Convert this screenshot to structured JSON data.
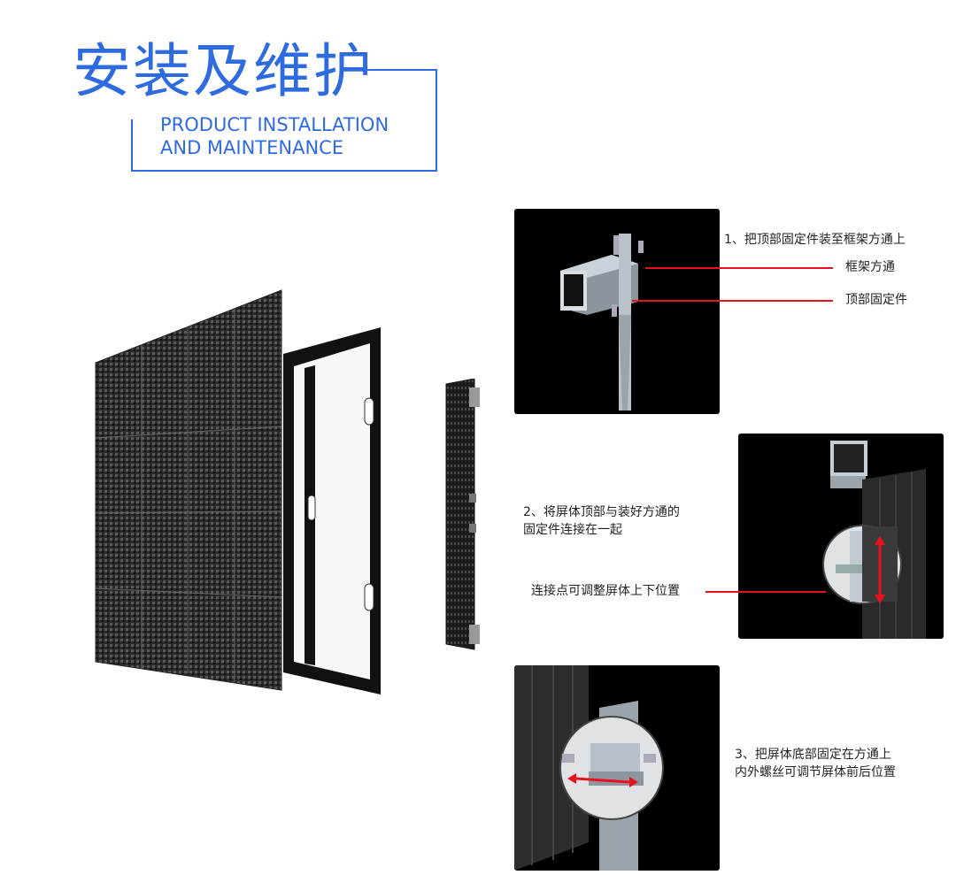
{
  "header": {
    "title_cn": "安装及维护",
    "title_en_line1": "PRODUCT INSTALLATION",
    "title_en_line2": "AND MAINTENANCE"
  },
  "step1": {
    "caption": "1、把顶部固定件装至框架方通上",
    "label_frame": "框架方通",
    "label_bracket": "顶部固定件"
  },
  "step2": {
    "caption_line1": "2、将屏体顶部与装好方通的",
    "caption_line2": "固定件连接在一起",
    "label_adjust": "连接点可调整屏体上下位置"
  },
  "step3": {
    "caption_line1": "3、把屏体底部固定在方通上",
    "caption_line2": "内外螺丝可调节屏体前后位置"
  },
  "colors": {
    "accent_blue": "#2f6be0",
    "callout_red": "#e8121f",
    "panel_bg": "#000000"
  }
}
